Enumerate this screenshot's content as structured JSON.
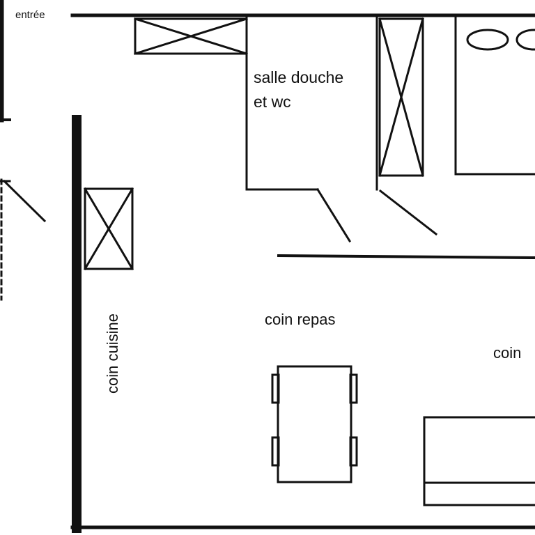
{
  "labels": {
    "entrance": "entrée",
    "bathroom_line1": "salle douche",
    "bathroom_line2": "et wc",
    "dining": "coin repas",
    "kitchen": "coin cuisine",
    "living": "coin"
  },
  "colors": {
    "background": "#ffffff",
    "ink": "#111111"
  }
}
